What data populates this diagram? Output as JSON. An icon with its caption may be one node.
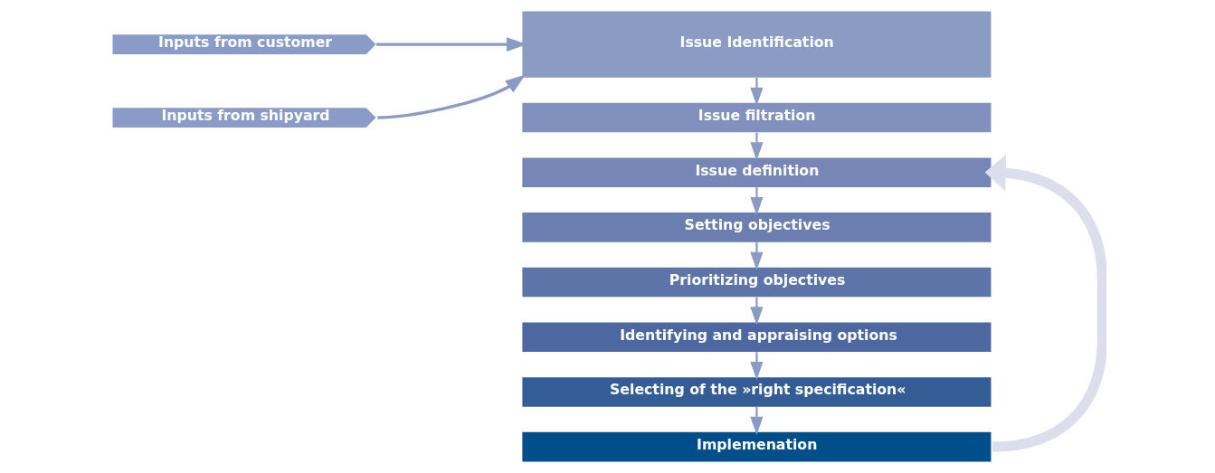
{
  "diagram": {
    "nodes": [
      {
        "text": [
          "Inputs from customer"
        ]
      },
      {
        "text": [
          "Inputs from shipyard"
        ]
      },
      {
        "text": [
          "Issue Identification"
        ]
      },
      {
        "text": [
          "Issue filtration"
        ]
      },
      {
        "text": [
          "Issue definition"
        ]
      },
      {
        "text": [
          "Setting objectives"
        ]
      },
      {
        "text": [
          "Prioritizing objectives"
        ]
      },
      {
        "text": [
          "Identifying and appraising options"
        ]
      },
      {
        "text": [
          "Selecting of the »right specification«"
        ]
      },
      {
        "text": [
          "Implemenation"
        ]
      }
    ],
    "edges": [
      {
        "from": 0,
        "to": 2,
        "arrow": "to"
      },
      {
        "from": 1,
        "to": 2,
        "arrow": "to"
      },
      {
        "from": 2,
        "to": 3,
        "arrow": "to"
      },
      {
        "from": 3,
        "to": 4,
        "arrow": "to"
      },
      {
        "from": 4,
        "to": 5,
        "arrow": "to"
      },
      {
        "from": 5,
        "to": 6,
        "arrow": "to"
      },
      {
        "from": 6,
        "to": 7,
        "arrow": "to"
      },
      {
        "from": 7,
        "to": 8,
        "arrow": "to"
      },
      {
        "from": 8,
        "to": 9,
        "arrow": "to"
      },
      {
        "from": 9,
        "to": 4,
        "arrow": "to",
        "style": "thick",
        "color": "#dcdeec"
      }
    ]
  }
}
